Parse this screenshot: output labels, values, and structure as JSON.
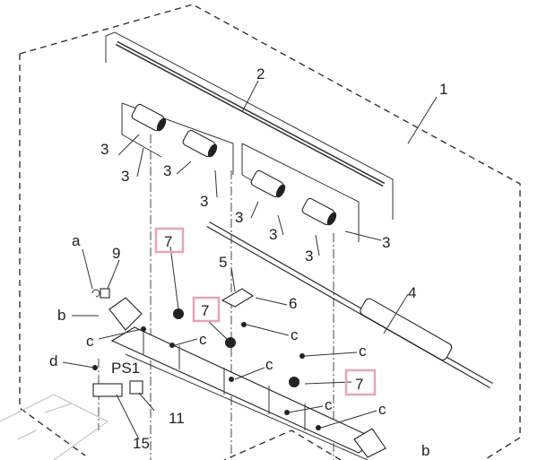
{
  "diagram": {
    "callouts": {
      "main_unit": "1",
      "shaft": "2",
      "roller": "3",
      "roller_shaft": "4",
      "part5": "5",
      "part6": "6",
      "spring": "7",
      "part9": "9",
      "part11": "11",
      "part15": "15",
      "sensor": "PS1"
    },
    "fasteners": {
      "a": "a",
      "b": "b",
      "c": "c",
      "d": "d"
    },
    "highlight_color": "#e8a3bb"
  }
}
